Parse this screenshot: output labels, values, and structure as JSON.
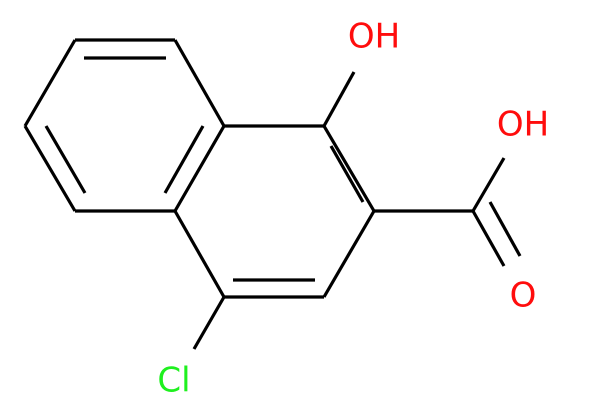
{
  "molecule": {
    "atoms": {
      "hydroxyl": {
        "label": "OH",
        "color": "#ff0d0d"
      },
      "acid_hydroxyl": {
        "label": "OH",
        "color": "#ff0d0d"
      },
      "carbonyl_oxygen": {
        "label": "O",
        "color": "#ff0d0d"
      },
      "chlorine": {
        "label": "Cl",
        "color": "#1ff01f"
      }
    },
    "bond_color": "#000000"
  }
}
